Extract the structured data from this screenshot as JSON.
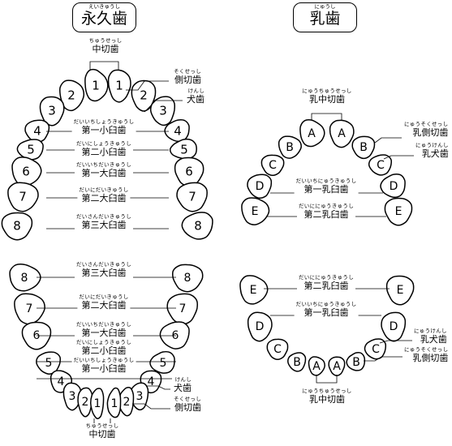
{
  "permanent": {
    "title": "永久歯",
    "title_ruby": "えいきゅうし",
    "upper": {
      "central_incisor": {
        "name": "中切歯",
        "ruby": "ちゅうせっし"
      },
      "lateral_incisor": {
        "name": "側切歯",
        "ruby": "そくせっし"
      },
      "canine": {
        "name": "犬歯",
        "ruby": "けんし"
      },
      "first_premolar": {
        "name": "第一小臼歯",
        "ruby": "だいいちしょうきゅうし"
      },
      "second_premolar": {
        "name": "第二小臼歯",
        "ruby": "だいにしょうきゅうし"
      },
      "first_molar": {
        "name": "第一大臼歯",
        "ruby": "だいいちだいきゅうし"
      },
      "second_molar": {
        "name": "第二大臼歯",
        "ruby": "だいにだいきゅうし"
      },
      "third_molar": {
        "name": "第三大臼歯",
        "ruby": "だいさんだいきゅうし"
      }
    },
    "lower": {
      "third_molar": {
        "name": "第三大臼歯",
        "ruby": "だいさんだいきゅうし"
      },
      "second_molar": {
        "name": "第二大臼歯",
        "ruby": "だいにだいきゅうし"
      },
      "first_molar": {
        "name": "第一大臼歯",
        "ruby": "だいいちだいきゅうし"
      },
      "second_premolar": {
        "name": "第二小臼歯",
        "ruby": "だいにしょうきゅうし"
      },
      "first_premolar": {
        "name": "第一小臼歯",
        "ruby": "だいいちしょうきゅうし"
      },
      "canine": {
        "name": "犬歯",
        "ruby": "けんし"
      },
      "lateral_incisor": {
        "name": "側切歯",
        "ruby": "そくせっし"
      },
      "central_incisor": {
        "name": "中切歯",
        "ruby": "ちゅうせっし"
      }
    },
    "numbers": [
      "1",
      "2",
      "3",
      "4",
      "5",
      "6",
      "7",
      "8"
    ]
  },
  "primary": {
    "title": "乳歯",
    "title_ruby": "にゅうし",
    "upper": {
      "central_incisor": {
        "name": "乳中切歯",
        "ruby": "にゅうちゅうせっし"
      },
      "lateral_incisor": {
        "name": "乳側切歯",
        "ruby": "にゅうそくせっし"
      },
      "canine": {
        "name": "乳犬歯",
        "ruby": "にゅうけんし"
      },
      "first_molar": {
        "name": "第一乳臼歯",
        "ruby": "だいいちにゅうきゅうし"
      },
      "second_molar": {
        "name": "第二乳臼歯",
        "ruby": "だいににゅうきゅうし"
      }
    },
    "lower": {
      "second_molar": {
        "name": "第二乳臼歯",
        "ruby": "だいににゅうきゅうし"
      },
      "first_molar": {
        "name": "第一乳臼歯",
        "ruby": "だいいちにゅうきゅうし"
      },
      "canine": {
        "name": "乳犬歯",
        "ruby": "にゅうけんし"
      },
      "lateral_incisor": {
        "name": "乳側切歯",
        "ruby": "にゅうそくせっし"
      },
      "central_incisor": {
        "name": "乳中切歯",
        "ruby": "にゅうちゅうせっし"
      }
    },
    "letters": [
      "A",
      "B",
      "C",
      "D",
      "E"
    ]
  },
  "colors": {
    "line": "#000000",
    "tooth_fill": "#ffffff",
    "background": "#ffffff"
  }
}
